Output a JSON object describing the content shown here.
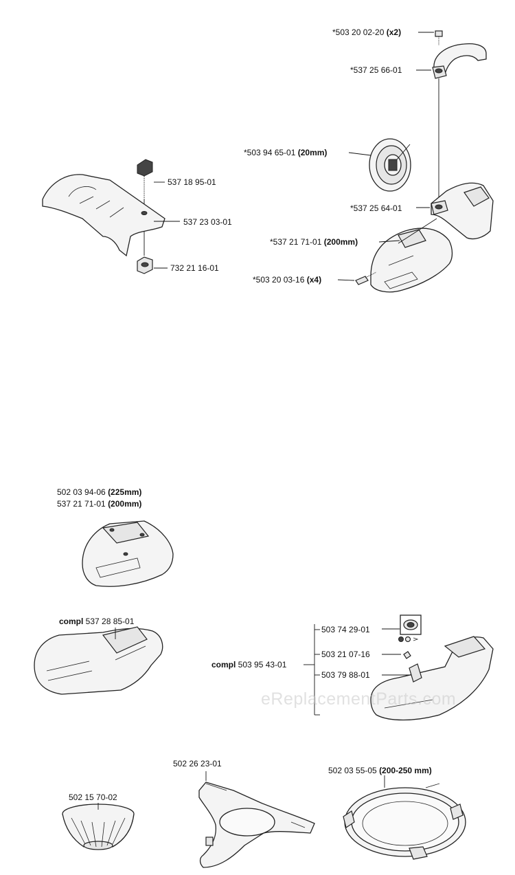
{
  "labels": {
    "p5032002": {
      "num": "*503 20 02-20 ",
      "bold": "(x2)"
    },
    "p5372566": {
      "num": "*537 25 66-01",
      "bold": ""
    },
    "p5039465": {
      "num": "*503 94 65-01 ",
      "bold": "(20mm)"
    },
    "p5372564": {
      "num": "*537 25 64-01",
      "bold": ""
    },
    "p5372171a": {
      "num": "*537 21 71-01 ",
      "bold": "(200mm)"
    },
    "p5032003": {
      "num": "*503 20 03-16 ",
      "bold": "(x4)"
    },
    "p5371895": {
      "num": "537 18 95-01",
      "bold": ""
    },
    "p5372303": {
      "num": "537 23 03-01",
      "bold": ""
    },
    "p7322116": {
      "num": "732 21 16-01",
      "bold": ""
    },
    "p5020394": {
      "num": "502 03 94-06 ",
      "bold": "(225mm)"
    },
    "p5372171b": {
      "num": "537 21 71-01 ",
      "bold": "(200mm)"
    },
    "p5372885": {
      "pre": "compl",
      "num": " 537 28 85-01"
    },
    "p5039543": {
      "pre": "compl",
      "num": " 503 95 43-01"
    },
    "p5037429": {
      "num": "503 74 29-01",
      "bold": ""
    },
    "p5032107": {
      "num": "503 21 07-16",
      "bold": ""
    },
    "p5037988": {
      "num": "503 79 88-01",
      "bold": ""
    },
    "p5022623": {
      "num": "502 26 23-01",
      "bold": ""
    },
    "p5021570": {
      "num": "502 15 70-02",
      "bold": ""
    },
    "p5020355": {
      "num": "502 03 55-05 ",
      "bold": "(200-250 mm)"
    }
  },
  "watermark": "eReplacementParts.com"
}
